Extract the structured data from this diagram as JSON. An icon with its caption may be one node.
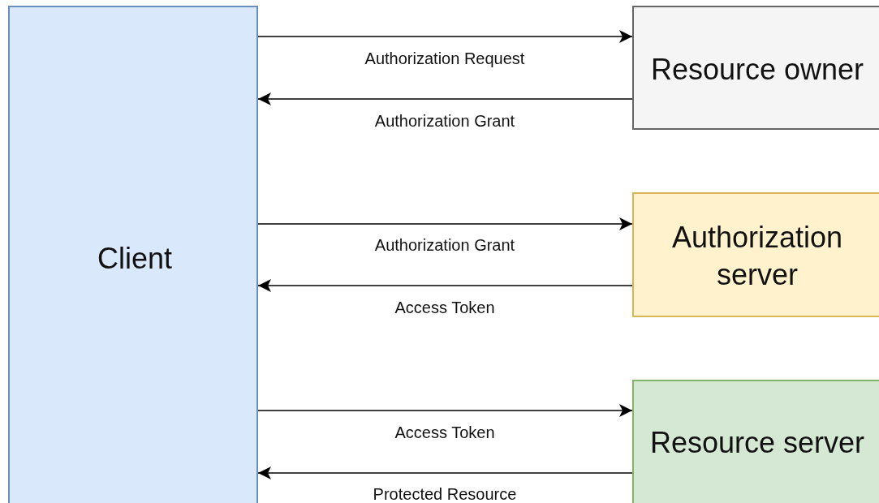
{
  "diagram": {
    "nodes": [
      {
        "text": [
          "Client"
        ]
      },
      {
        "text": [
          "Resource owner"
        ]
      },
      {
        "text": [
          "Authorization server"
        ]
      },
      {
        "text": [
          "Resource server"
        ]
      }
    ],
    "edges": [
      {
        "from": 0,
        "to": 1,
        "arrow": "to",
        "label": "Authorization Request"
      },
      {
        "from": 1,
        "to": 0,
        "arrow": "to",
        "label": "Authorization Grant"
      },
      {
        "from": 0,
        "to": 2,
        "arrow": "to",
        "label": "Authorization Grant"
      },
      {
        "from": 2,
        "to": 0,
        "arrow": "to",
        "label": "Access Token"
      },
      {
        "from": 0,
        "to": 3,
        "arrow": "to",
        "label": "Access Token"
      },
      {
        "from": 3,
        "to": 0,
        "arrow": "to",
        "label": "Protected Resource"
      }
    ]
  }
}
